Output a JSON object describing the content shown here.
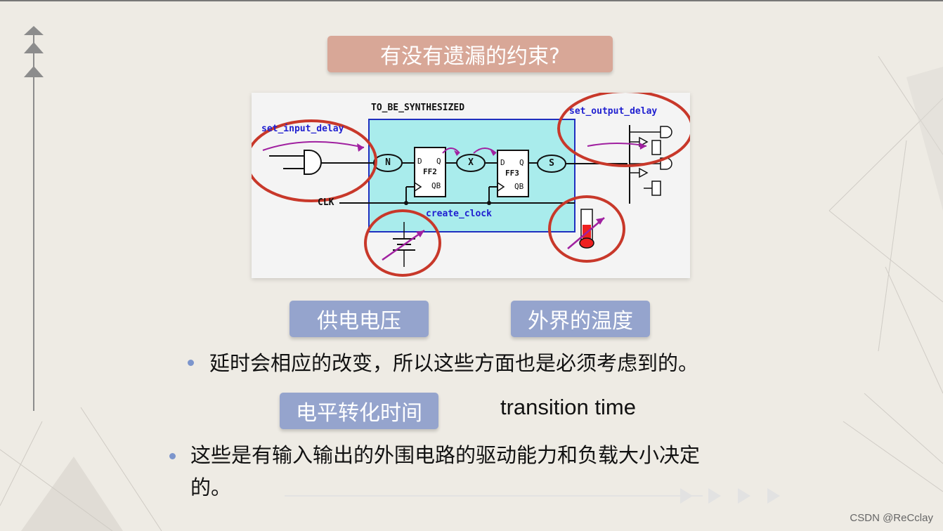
{
  "title": "有没有遗漏的约束?",
  "diagram": {
    "block_label": "TO_BE_SYNTHESIZED",
    "input_delay_label": "set_input_delay",
    "output_delay_label": "set_output_delay",
    "clock_label": "create_clock",
    "clk_label": "CLK",
    "nodes": {
      "n": "N",
      "x": "X",
      "s": "S"
    },
    "ff2": {
      "name": "FF2",
      "d": "D",
      "q": "Q",
      "qb": "QB"
    },
    "ff3": {
      "name": "FF3",
      "d": "D",
      "q": "Q",
      "qb": "QB"
    }
  },
  "tags": {
    "voltage": "供电电压",
    "temperature": "外界的温度",
    "transition_cn": "电平转化时间",
    "transition_en": "transition time"
  },
  "bullets": [
    "延时会相应的改变，所以这些方面也是必须考虑到的。",
    "这些是有输入输出的外围电路的驱动能力和负载大小决定",
    "的。"
  ],
  "watermark": "CSDN @ReCclay",
  "colors": {
    "title_pill": "#d8a797",
    "tag_pill": "#95a4cd",
    "circle": "#c8382a",
    "block_fill": "#a9ecec",
    "block_border": "#1f2fbf",
    "label_blue": "#2020d0",
    "arrow_purple": "#a020a0",
    "bullet_dot": "#7c95cc"
  }
}
